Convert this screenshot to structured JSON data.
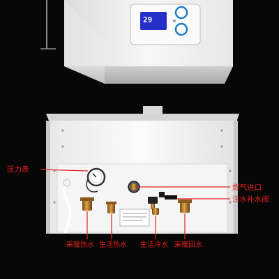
{
  "display": {
    "temperature": "29"
  },
  "labels": {
    "pressure_gauge": "压力表",
    "gas_inlet": "燃气进口",
    "water_fill_valve": "注水补水阀",
    "heating_outlet": "采暖热水",
    "dhw_outlet": "生活热水",
    "cold_inlet": "生活冷水",
    "heating_return": "采暖回水"
  },
  "colors": {
    "background": "#070707",
    "label_red": "#e0201d",
    "boiler_white": "#f2f2f2",
    "display_blue": "#2430c8"
  }
}
